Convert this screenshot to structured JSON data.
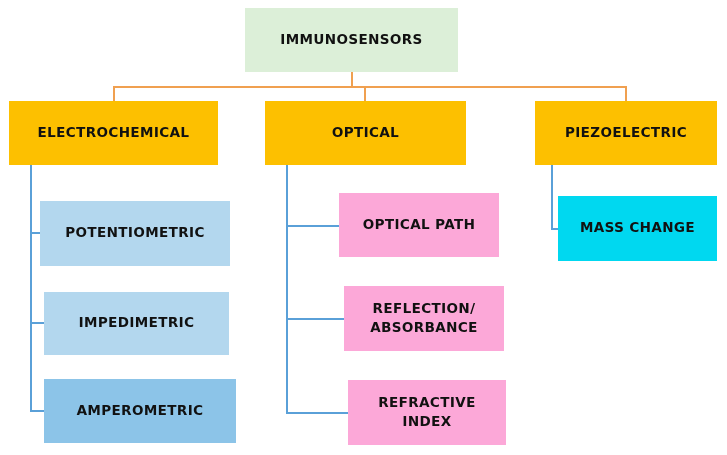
{
  "root": {
    "label": "IMMUNOSENSORS",
    "color": "#dcefd8"
  },
  "categories": [
    {
      "label": "ELECTROCHEMICAL",
      "color": "#fdc000",
      "children": [
        {
          "label": "POTENTIOMETRIC",
          "color": "#b3d7ee"
        },
        {
          "label": "IMPEDIMETRIC",
          "color": "#b3d7ee"
        },
        {
          "label": "AMPEROMETRIC",
          "color": "#8cc4e8"
        }
      ]
    },
    {
      "label": "OPTICAL",
      "color": "#fdc000",
      "children": [
        {
          "label": "OPTICAL PATH",
          "color": "#fca8d8"
        },
        {
          "line1": "REFLECTION/",
          "line2": "ABSORBANCE",
          "color": "#fca8d8"
        },
        {
          "line1": "REFRACTIVE",
          "line2": "INDEX",
          "color": "#fca8d8"
        }
      ]
    },
    {
      "label": "PIEZOELECTRIC",
      "color": "#fdc000",
      "children": [
        {
          "label": "MASS CHANGE",
          "color": "#00d8f0"
        }
      ]
    }
  ],
  "connector_colors": {
    "top": "#f0a050",
    "branch": "#5aa0d8"
  }
}
